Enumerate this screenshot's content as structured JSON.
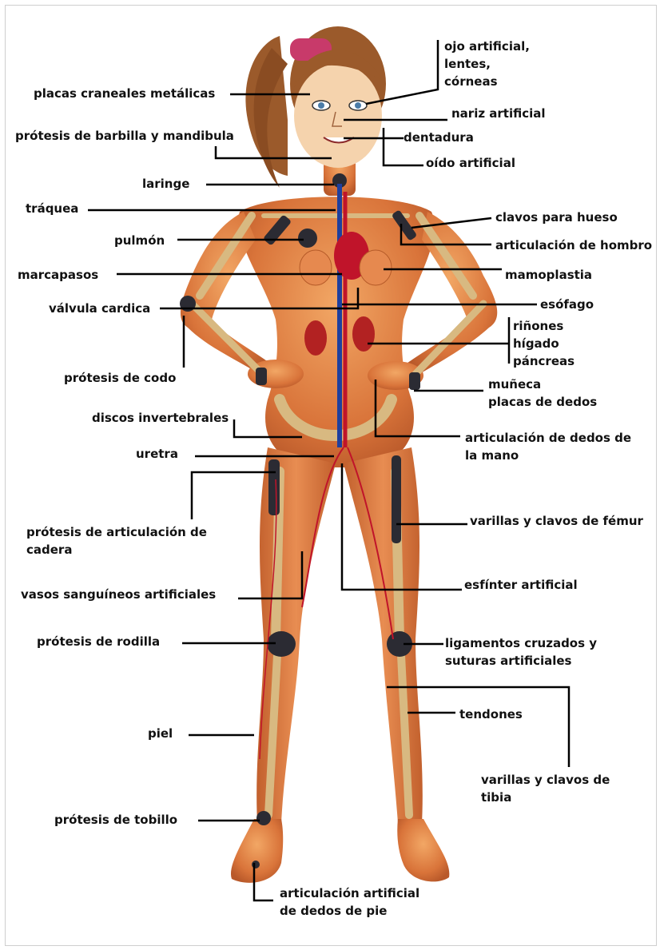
{
  "labels": {
    "cranial_plates": "placas craneales metálicas",
    "chin_jaw": "prótesis de barbilla y mandibula",
    "larynx": "laringe",
    "trachea": "tráquea",
    "lung": "pulmón",
    "pacemaker": "marcapasos",
    "heart_valve": "válvula cardica",
    "elbow": "prótesis de codo",
    "spinal_discs": "discos invertebrales",
    "urethra": "uretra",
    "hip": [
      "prótesis de articulación de",
      "cadera"
    ],
    "vessels": "vasos sanguíneos artificiales",
    "knee": "prótesis de rodilla",
    "skin": "piel",
    "ankle": "prótesis de tobillo",
    "toe_joint": [
      "articulación artificial",
      "de dedos de pie"
    ],
    "eye": [
      "ojo artificial,",
      "lentes,",
      "córneas"
    ],
    "nose": "nariz artificial",
    "dentures": "dentadura",
    "ear": "oído artificial",
    "bone_nails": "clavos para hueso",
    "shoulder": "articulación de hombro",
    "breast": "mamoplastia",
    "esophagus": "esófago",
    "organs": [
      "riñones",
      "hígado",
      "páncreas"
    ],
    "wrist": [
      "muñeca",
      "placas de dedos"
    ],
    "finger_joints": [
      "articulación de dedos de",
      "la mano"
    ],
    "femur": "varillas y clavos de fémur",
    "sphincter": "esfínter artificial",
    "ligaments": [
      "ligamentos cruzados y",
      "suturas artificiales"
    ],
    "tendons": "tendones",
    "tibia": [
      "varillas y clavos de",
      "tibia"
    ]
  },
  "colors": {
    "skin": "#d9743a",
    "skin_light": "#f0a86c",
    "hair": "#9b5a2b",
    "bone": "#d8b981",
    "implant": "#2b2b33",
    "vein": "#1e3f9e",
    "artery": "#c0142a",
    "leader": "#000000"
  }
}
